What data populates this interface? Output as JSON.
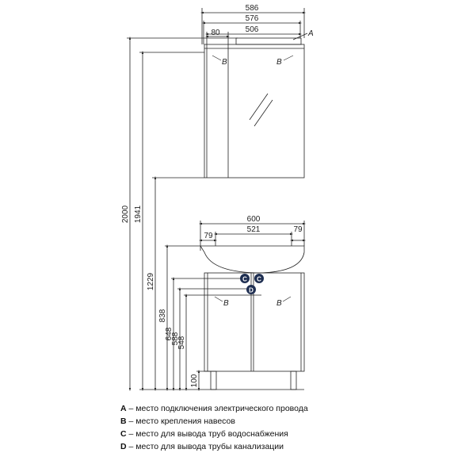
{
  "dimensions": {
    "mirror_width_total": "586",
    "mirror_width_inner": "576",
    "mirror_width_cabinet": "506",
    "mirror_side_shelf": "80",
    "vanity_width_total": "600",
    "vanity_width_inner": "521",
    "vanity_left_offset": "79",
    "vanity_right_offset": "79",
    "height_total": "2000",
    "height_mirror_top": "1941",
    "height_mirror_bottom": "1229",
    "height_vanity_top": "838",
    "height_c_connection": "648",
    "height_d_drain": "588",
    "height_c_lower": "548",
    "height_legs": "100"
  },
  "markers": {
    "a": "A",
    "b": "B",
    "c": "C",
    "d": "D"
  },
  "legend": [
    {
      "key": "A",
      "text": " – место подключения электрического провода"
    },
    {
      "key": "B",
      "text": " – место крепления навесов"
    },
    {
      "key": "C",
      "text": " – место для вывода труб водоснабжения"
    },
    {
      "key": "D",
      "text": " – место для вывода трубы канализации"
    }
  ],
  "colors": {
    "line": "#222222",
    "marker_fill": "#1f2f52",
    "marker_text": "#ffffff"
  }
}
